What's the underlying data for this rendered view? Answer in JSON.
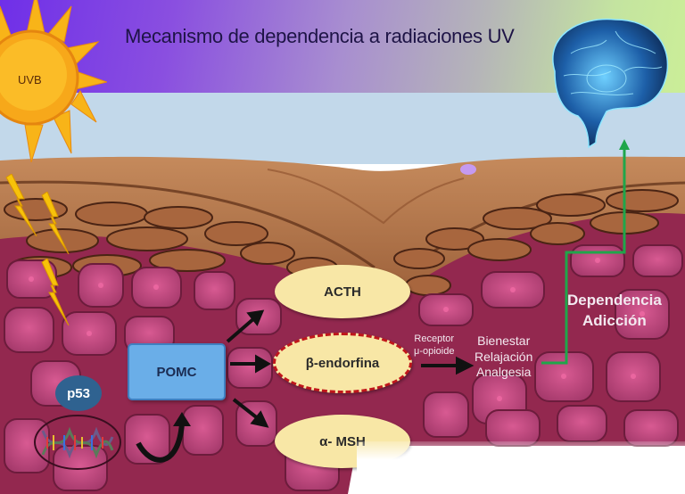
{
  "title": "Mecanismo de dependencia a radiaciones UV",
  "sun": {
    "label": "UVB",
    "icon": "sun-icon"
  },
  "nodes": {
    "pomc": "POMC",
    "p53": "p53",
    "acth": "ACTH",
    "beta_endorfina": "β-endorfina",
    "alpha_msh": "α- MSH"
  },
  "receptor": {
    "line1": "Receptor",
    "line2": "μ-opioide"
  },
  "effects": [
    "Bienestar",
    "Relajación",
    "Analgesia"
  ],
  "outcome": [
    "Dependencia",
    "Adicción"
  ],
  "colors": {
    "sky_gradient_start": "#6f2fe8",
    "sky_gradient_end": "#cbee98",
    "sky_band": "#c2d8ea",
    "ellipse_fill": "#f8e7a6",
    "beta_border": "#c0171b",
    "pomc_fill": "#6aaee8",
    "p53_fill": "#2f6290",
    "pathway_line": "#1fa64a",
    "tissue": "#a0325e",
    "epidermis": "#b87a4e"
  },
  "icons": [
    "sun-icon",
    "lightning-bolt-icon",
    "brain-icon",
    "dna-icon",
    "arrow-icon",
    "curved-arrow-icon"
  ]
}
